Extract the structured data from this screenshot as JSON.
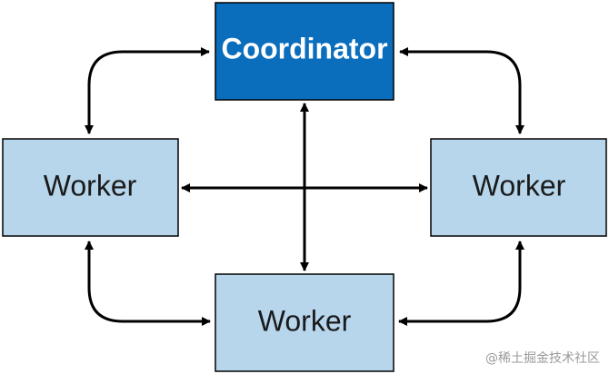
{
  "diagram": {
    "nodes": {
      "coordinator": {
        "label": "Coordinator"
      },
      "worker_left": {
        "label": "Worker"
      },
      "worker_right": {
        "label": "Worker"
      },
      "worker_bottom": {
        "label": "Worker"
      }
    },
    "edges": [
      {
        "from": "coordinator",
        "to": "worker_left",
        "direction": "bidirectional"
      },
      {
        "from": "coordinator",
        "to": "worker_right",
        "direction": "bidirectional"
      },
      {
        "from": "coordinator",
        "to": "worker_bottom",
        "direction": "bidirectional"
      },
      {
        "from": "worker_left",
        "to": "worker_right",
        "direction": "bidirectional"
      },
      {
        "from": "worker_left",
        "to": "worker_bottom",
        "direction": "bidirectional"
      },
      {
        "from": "worker_right",
        "to": "worker_bottom",
        "direction": "bidirectional"
      }
    ]
  },
  "colors": {
    "coordinator_fill": "#0a6ebd",
    "coordinator_text": "#ffffff",
    "worker_fill": "#b7d6ec",
    "worker_text": "#1a1a1a",
    "stroke": "#000000"
  },
  "watermark": "@稀土掘金技术社区"
}
